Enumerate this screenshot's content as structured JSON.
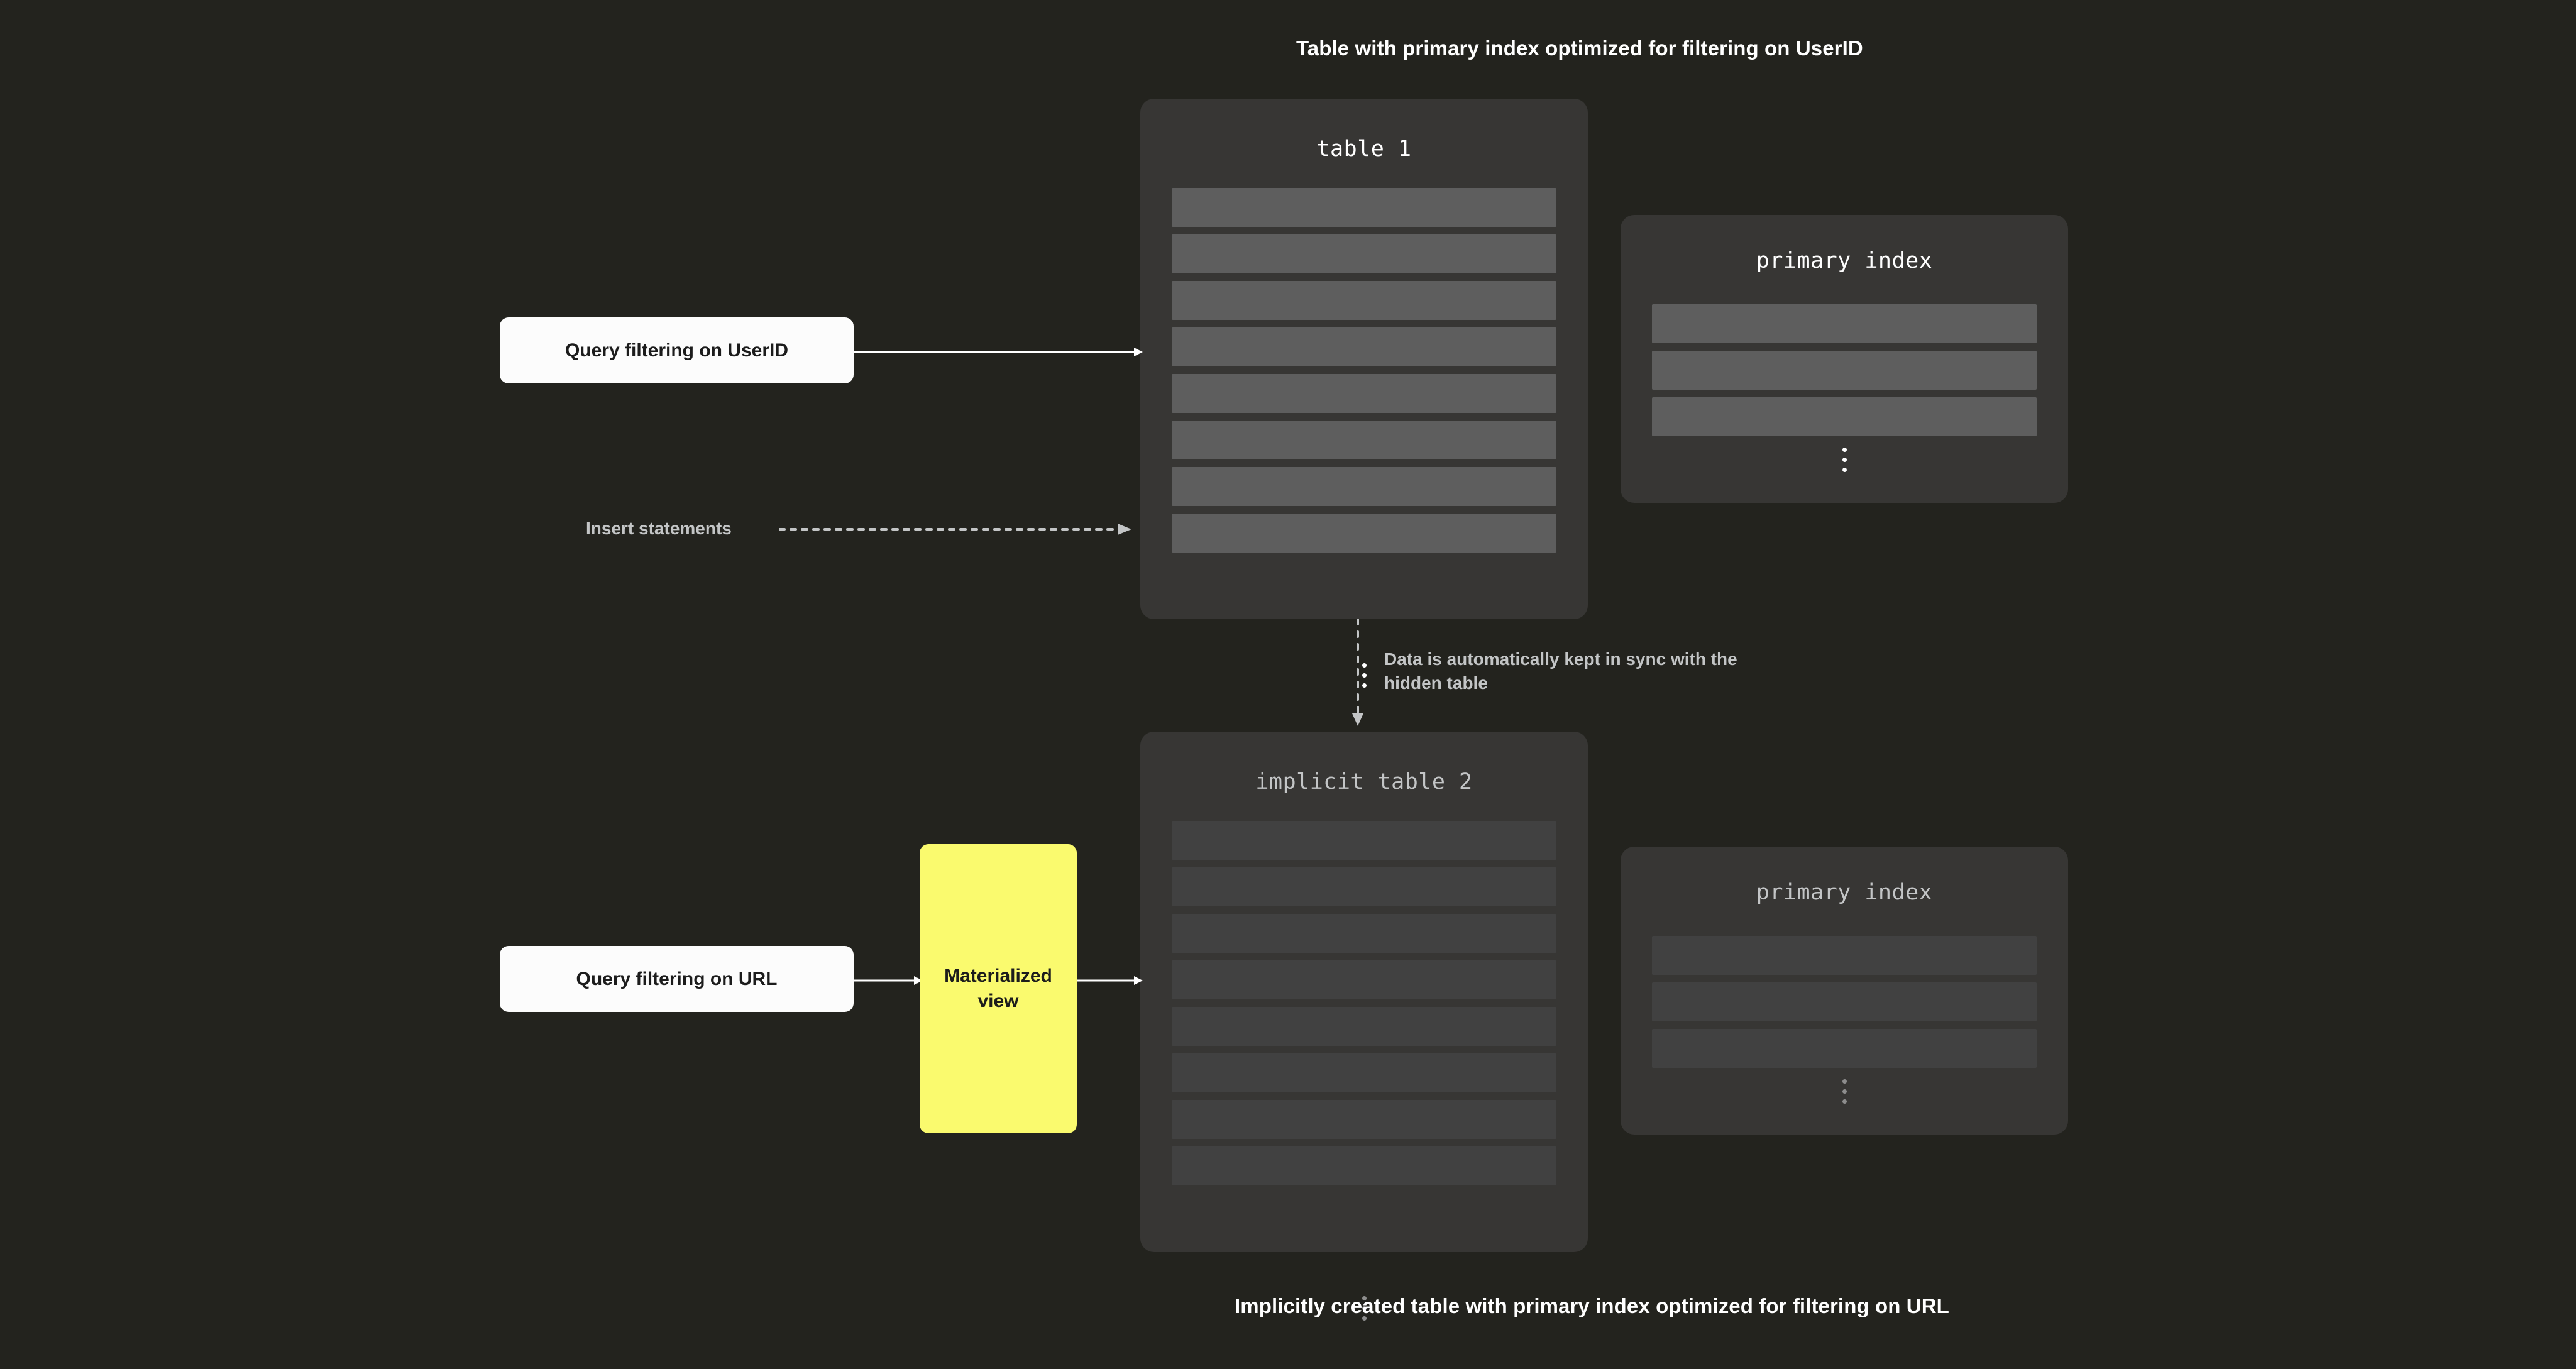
{
  "page": {
    "background_color": "#23231E",
    "card_color": "#373634",
    "accent_yellow": "#FAFA6E",
    "row_color_active": "#5E5E5E",
    "row_color_dim": "#414141",
    "text_primary": "#FFFFFF",
    "text_dim": "#C3C5C6"
  },
  "captions": {
    "top": "Table with primary index optimized for filtering on UserID",
    "bottom": "Implicitly created table with primary index optimized for filtering on URL"
  },
  "tables": [
    {
      "id": "table-1",
      "title": "table 1",
      "row_count": 8,
      "ellipsis": "⋮",
      "state": "active"
    },
    {
      "id": "table-2",
      "title": "implicit table 2",
      "row_count": 8,
      "ellipsis": "⋮",
      "state": "dim"
    }
  ],
  "indexes": [
    {
      "id": "index-1",
      "title": "primary index",
      "row_count": 3,
      "ellipsis": "⋮",
      "state": "active"
    },
    {
      "id": "index-2",
      "title": "primary index",
      "row_count": 3,
      "ellipsis": "⋮",
      "state": "dim"
    }
  ],
  "nodes": {
    "query_userid": "Query filtering on UserID",
    "query_url": "Query filtering on URL",
    "materialized_view": "Materialized view"
  },
  "connector_labels": {
    "insert_statements": "Insert statements",
    "sync_note": "Data is automatically kept in sync with the hidden table"
  }
}
